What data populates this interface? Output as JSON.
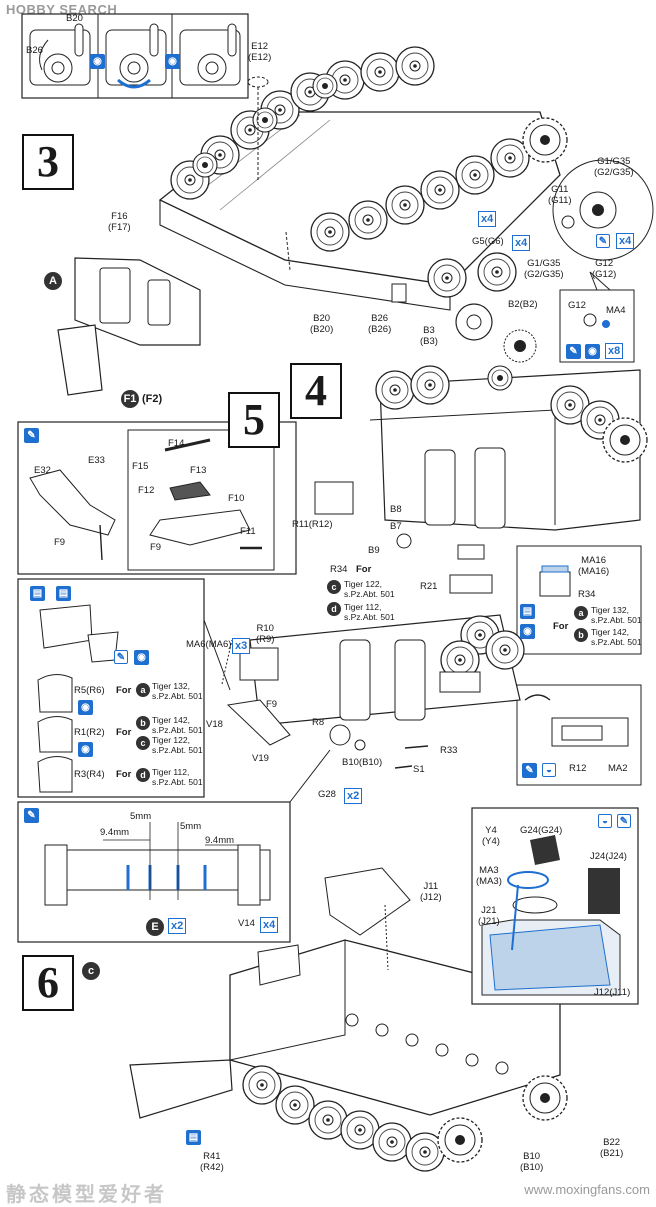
{
  "watermark": {
    "brand": "HOBBY SEARCH",
    "footer": "静态模型爱好者",
    "url": "www.moxingfans.com"
  },
  "steps": {
    "s3": "3",
    "s4": "4",
    "s5": "5",
    "s6": "6"
  },
  "markers": {
    "A": "A",
    "E": "E",
    "F1": "F1",
    "F2": "(F2)",
    "c": "c",
    "a": "a",
    "b": "b",
    "d": "d"
  },
  "multipliers": {
    "x4": "x4",
    "x2": "x2",
    "x8": "x8",
    "x3": "x3"
  },
  "step3": {
    "b20": "B20",
    "b26": "B26",
    "e12": "E12\n(E12)",
    "f16": "F16\n(F17)",
    "g5": "G5(G6)",
    "g1": "G1/G35\n(G2/G35)",
    "g1b": "G1/G35\n(G2/G35)",
    "g11": "G11\n(G11)",
    "g12": "G12\n(G12)",
    "g12b": "G12",
    "ma4": "MA4",
    "b20b": "B20\n(B20)",
    "b26b": "B26\n(B26)",
    "b3": "B3\n(B3)",
    "b2": "B2(B2)"
  },
  "step4": {
    "r11": "R11(R12)",
    "b8": "B8",
    "b7": "B7",
    "b9": "B9",
    "r34": "R34",
    "r34b": "R34",
    "r21": "R21",
    "ma16": "MA16\n(MA16)",
    "for_label": "For",
    "tiger122": "Tiger 122,\ns.Pz.Abt. 501",
    "tiger112": "Tiger 112,\ns.Pz.Abt. 501",
    "tiger132": "Tiger 132,\ns.Pz.Abt. 501",
    "tiger142": "Tiger 142,\ns.Pz.Abt. 501",
    "r12": "R12",
    "ma2": "MA2"
  },
  "step5": {
    "e32": "E32",
    "e33": "E33",
    "f9": "F9",
    "f15": "F15",
    "f14": "F14",
    "f13": "F13",
    "f12": "F12",
    "f10": "F10",
    "f11": "F11",
    "f9b": "F9",
    "ma6": "MA6(MA6)",
    "r10": "R10\n(R9)",
    "f9c": "F9",
    "v18": "V18",
    "v19": "V19",
    "r8": "R8",
    "b10": "B10(B10)",
    "r33": "R33",
    "s1": "S1",
    "g28": "G28",
    "r5": "R5(R6)",
    "r1": "R1(R2)",
    "r3": "R3(R4)",
    "for_label": "For",
    "t132": "Tiger 132,\ns.Pz.Abt. 501",
    "t142": "Tiger 142,\ns.Pz.Abt. 501",
    "t122": "Tiger 122,\ns.Pz.Abt. 501",
    "t112": "Tiger 112,\ns.Pz.Abt. 501"
  },
  "detail": {
    "d5a": "5mm",
    "d5b": "5mm",
    "d94a": "9.4mm",
    "d94b": "9.4mm",
    "v14": "V14"
  },
  "step6": {
    "y4": "Y4\n(Y4)",
    "g24": "G24(G24)",
    "ma3": "MA3\n(MA3)",
    "j21": "J21\n(J21)",
    "j24": "J24(J24)",
    "j12": "J12(J11)",
    "j11": "J11\n(J12)",
    "r41": "R41\n(R42)",
    "b22": "B22\n(B21)",
    "b10": "B10\n(B10)"
  },
  "colors": {
    "accent": "#1f6fd1",
    "ink": "#1a1a1a",
    "panel_fill": "#e8eef5",
    "paint_fill": "#bcd3ea"
  }
}
